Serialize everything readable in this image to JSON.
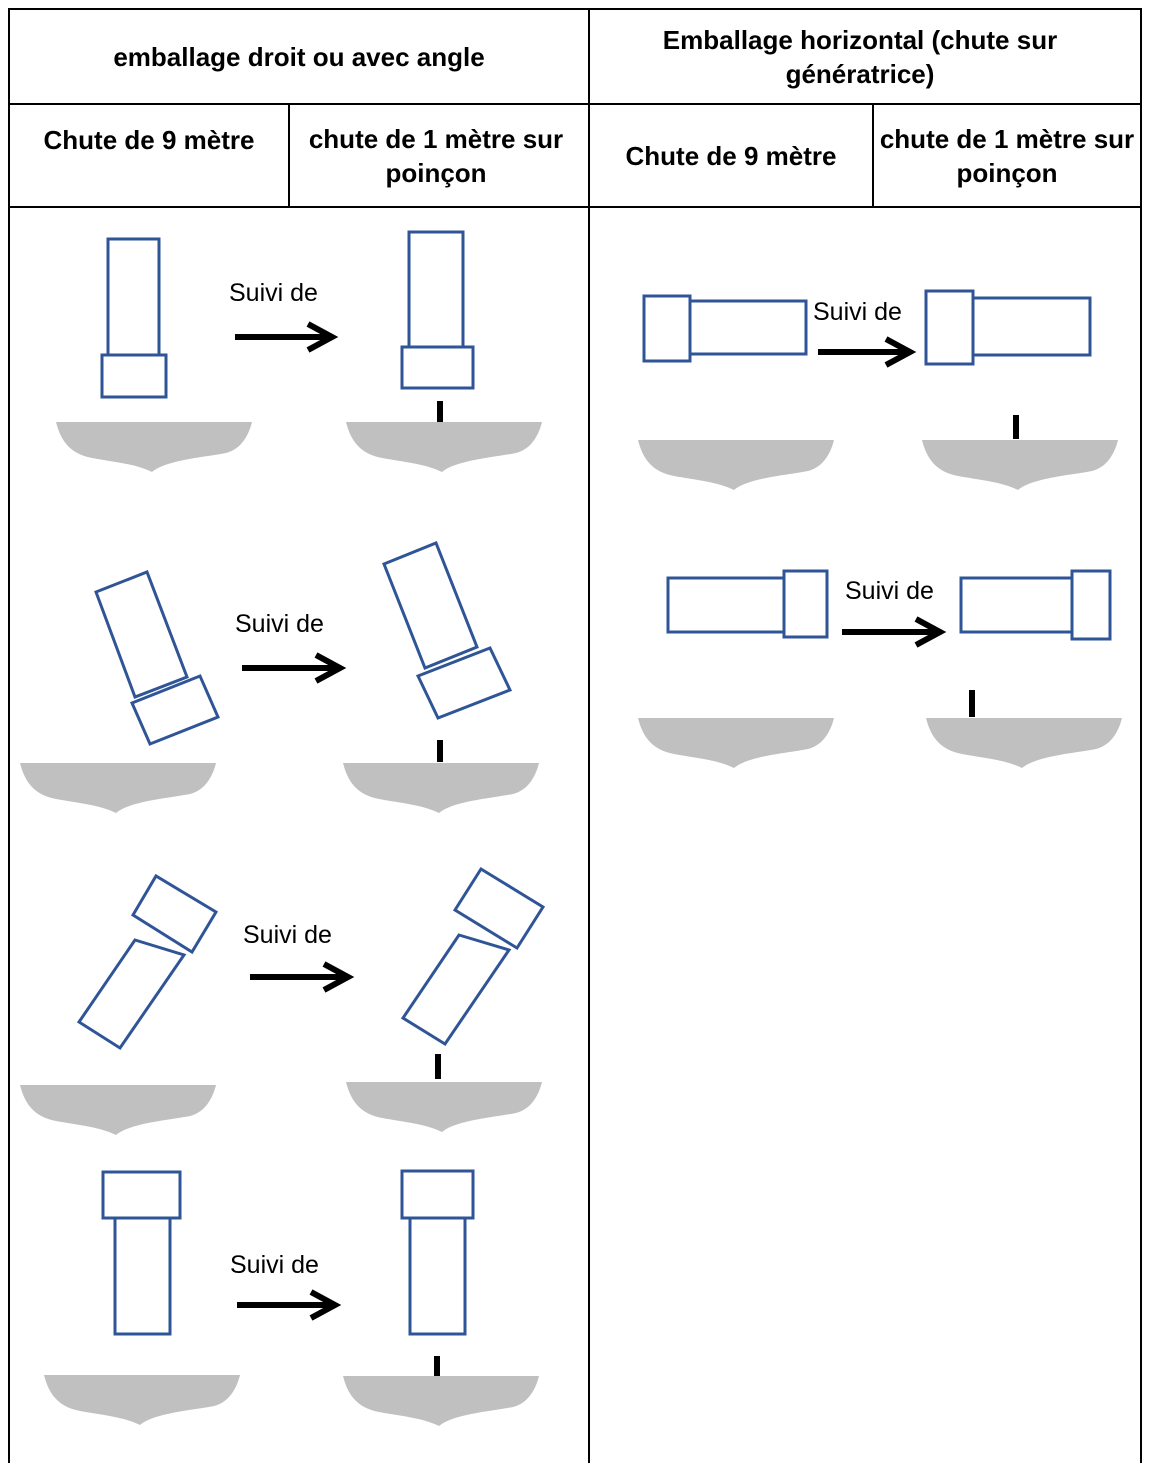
{
  "header": {
    "left_title": "emballage droit ou avec angle",
    "right_title": "Emballage horizontal (chute sur génératrice)",
    "col1": "Chute de 9 mètre",
    "col2": "chute de 1 mètre sur poinçon",
    "col3": "Chute de 9 mètre",
    "col4": "chute de 1 mètre sur poinçon"
  },
  "scenarios": {
    "left": [
      {
        "orientation": "vertical, cap down",
        "arrow_label": "Suivi de"
      },
      {
        "orientation": "tilted, cap down",
        "arrow_label": "Suivi de"
      },
      {
        "orientation": "tilted, cap up",
        "arrow_label": "Suivi de"
      },
      {
        "orientation": "vertical, cap up",
        "arrow_label": "Suivi de"
      }
    ],
    "right": [
      {
        "orientation": "horizontal, cap left",
        "arrow_label": "Suivi de"
      },
      {
        "orientation": "horizontal, cap right",
        "arrow_label": "Suivi de"
      }
    ]
  },
  "colors": {
    "package_stroke": "#2f5597",
    "ground_fill": "#c0c0c0",
    "punch": "#000000",
    "arrow": "#000000",
    "border": "#000000"
  }
}
